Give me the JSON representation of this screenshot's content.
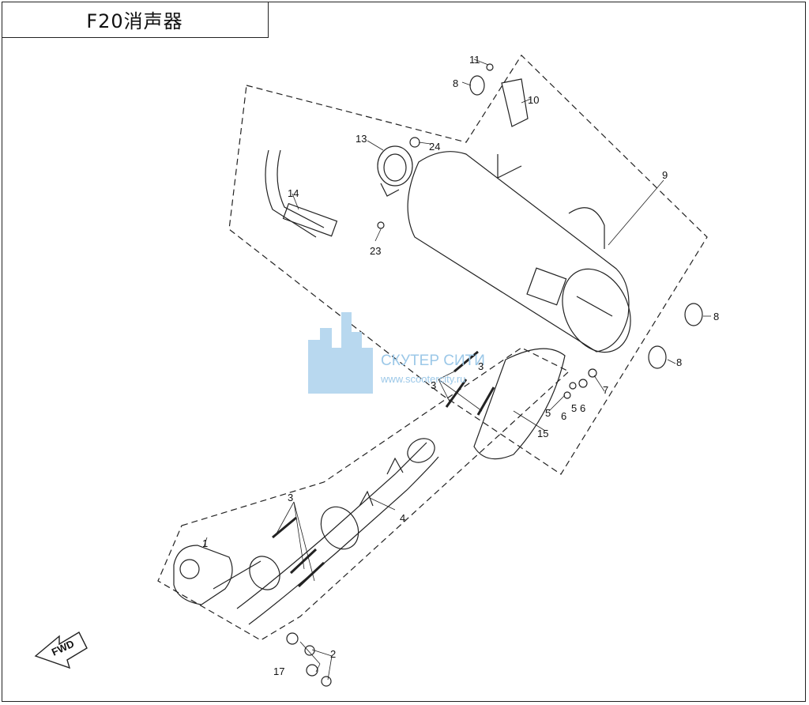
{
  "title": "F20消声器",
  "fwd_label": "FWD",
  "watermark": {
    "line1": "СКУТЕР СИТИ",
    "line2": "www.scootercity.ru",
    "color": "#9cc8e8"
  },
  "callouts": [
    "1",
    "2",
    "3",
    "3",
    "3",
    "4",
    "5",
    "5",
    "6",
    "6",
    "7",
    "8",
    "8",
    "8",
    "9",
    "10",
    "11",
    "13",
    "14",
    "15",
    "17",
    "23",
    "24"
  ]
}
